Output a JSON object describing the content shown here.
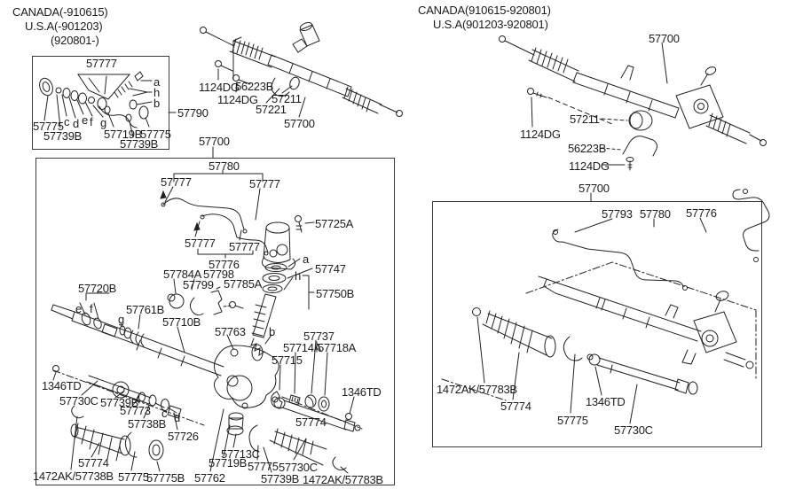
{
  "header_left": {
    "line1": "CANADA(-910615)",
    "line2": "U.S.A(-901203)",
    "line3": "(920801-)"
  },
  "header_right": {
    "line1": "CANADA(910615-920801)",
    "line2": "U.S.A(901203-920801)"
  },
  "inset_box": {
    "p57777": "57777",
    "ref_a": "a",
    "ref_h": "h",
    "ref_b": "b",
    "p57775_left": "57775",
    "ref_c": "c",
    "ref_d": "d",
    "ref_e": "e",
    "ref_f": "f",
    "ref_g": "g",
    "p57739B_left": "57739B",
    "p57719B": "57719B",
    "p57775_right": "57775",
    "p57739B_bottom": "57739B",
    "p57790": "57790"
  },
  "center_assembly": {
    "p1124DG_a": "1124DG",
    "p56223B": "56223B",
    "p1124DG_b": "1124DG",
    "p57221": "57221",
    "p57211": "57211",
    "p57700": "57700"
  },
  "right_assembly": {
    "p57700": "57700",
    "p57211": "57211",
    "p1124DG_a": "1124DG",
    "p56223B": "56223B",
    "p1124DG_b": "1124DG"
  },
  "left_box": {
    "p57700": "57700",
    "p57780": "57780",
    "p57777_a": "57777",
    "p57777_b": "57777",
    "p57777_c": "57777",
    "p57777_d": "57777",
    "p57725A": "57725A",
    "p57776": "57776",
    "p57784A": "57784A",
    "p57798": "57798",
    "p57799": "57799",
    "p57785A": "57785A",
    "ref_a": "a",
    "p57747": "57747",
    "ref_h": "h",
    "p57750B": "57750B",
    "p57720B": "57720B",
    "ref_e": "e",
    "ref_f": "f",
    "ref_g": "g",
    "p57761B": "57761B",
    "p57710B": "57710B",
    "p57763": "57763",
    "ref_b": "b",
    "p57737": "57737",
    "p57714A": "57714A",
    "p57718A": "57718A",
    "p57715": "57715",
    "p1346TD_right": "1346TD",
    "p1346TD_left": "1346TD",
    "p57730C_left": "57730C",
    "p57739B_a": "57739B",
    "p57773": "57773",
    "p57738B": "57738B",
    "ref_c": "c",
    "ref_d": "d",
    "p57726": "57726",
    "p57774_left": "57774",
    "p57774_right": "57774",
    "p1472AK_57738B": "1472AK/57738B",
    "p57775_a": "57775",
    "p57775B": "57775B",
    "p57713C": "57713C",
    "p57719B": "57719B",
    "p57762": "57762",
    "p57775_b": "57775",
    "p57730C_bottom": "57730C",
    "p57739B_b": "57739B",
    "p1472AK_57783B": "1472AK/57783B"
  },
  "right_box": {
    "p57700": "57700",
    "p57793": "57793",
    "p57780": "57780",
    "p57776": "57776",
    "p1472AK_57783B": "1472AK/57783B",
    "p57774": "57774",
    "p57775": "57775",
    "p1346TD": "1346TD",
    "p57730C": "57730C"
  }
}
